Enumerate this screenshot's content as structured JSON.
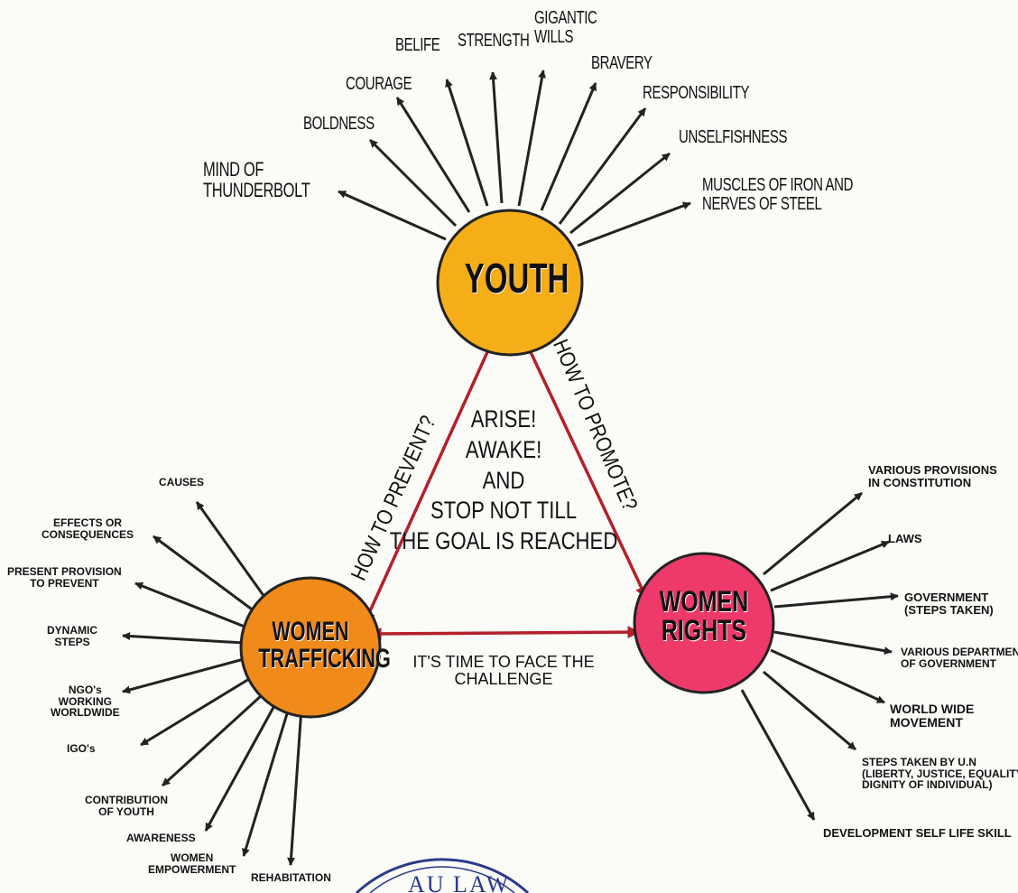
{
  "nodes": {
    "youth": "YOUTH",
    "women_trafficking": "WOMEN\nTRAFFICKING",
    "women_rights": "WOMEN\nRIGHTS"
  },
  "center_text": "ARISE!\nAWAKE!\nAND\nSTOP NOT TILL\nTHE GOAL IS REACHED",
  "edges": {
    "prevent": "HOW TO PREVENT?",
    "promote": "HOW TO PROMOTE?",
    "challenge": "IT'S TIME TO FACE THE\nCHALLENGE"
  },
  "youth_attributes": [
    "MIND OF\nTHUNDERBOLT",
    "BOLDNESS",
    "COURAGE",
    "BELIFE",
    "STRENGTH",
    "GIGANTIC\nWILLS",
    "BRAVERY",
    "RESPONSIBILITY",
    "UNSELFISHNESS",
    "MUSCLES OF IRON AND\nNERVES OF STEEL"
  ],
  "trafficking_topics": [
    "CAUSES",
    "EFFECTS OR\nCONSEQUENCES",
    "PRESENT PROVISION\nTO PREVENT",
    "DYNAMIC\nSTEPS",
    "NGO's\nWORKING\nWORLDWIDE",
    "IGO's",
    "CONTRIBUTION\nOF YOUTH",
    "AWARENESS",
    "WOMEN\nEMPOWERMENT",
    "REHABITATION"
  ],
  "rights_topics": [
    "VARIOUS PROVISIONS\nIN CONSTITUTION",
    "LAWS",
    "GOVERNMENT\n(STEPS TAKEN)",
    "VARIOUS DEPARTMENT\nOF GOVERNMENT",
    "WORLD WIDE\nMOVEMENT",
    "STEPS TAKEN BY U.N\n(LIBERTY, JUSTICE, EQUALITY\nDIGNITY OF INDIVIDUAL)",
    "DEVELOPMENT SELF LIFE SKILL"
  ],
  "stamp_text": "AU LAW",
  "colors": {
    "youth": "#f5ae18",
    "trafficking": "#f08a1a",
    "rights": "#ee3a6a",
    "edge": "#b3202b",
    "arrow": "#222222"
  }
}
